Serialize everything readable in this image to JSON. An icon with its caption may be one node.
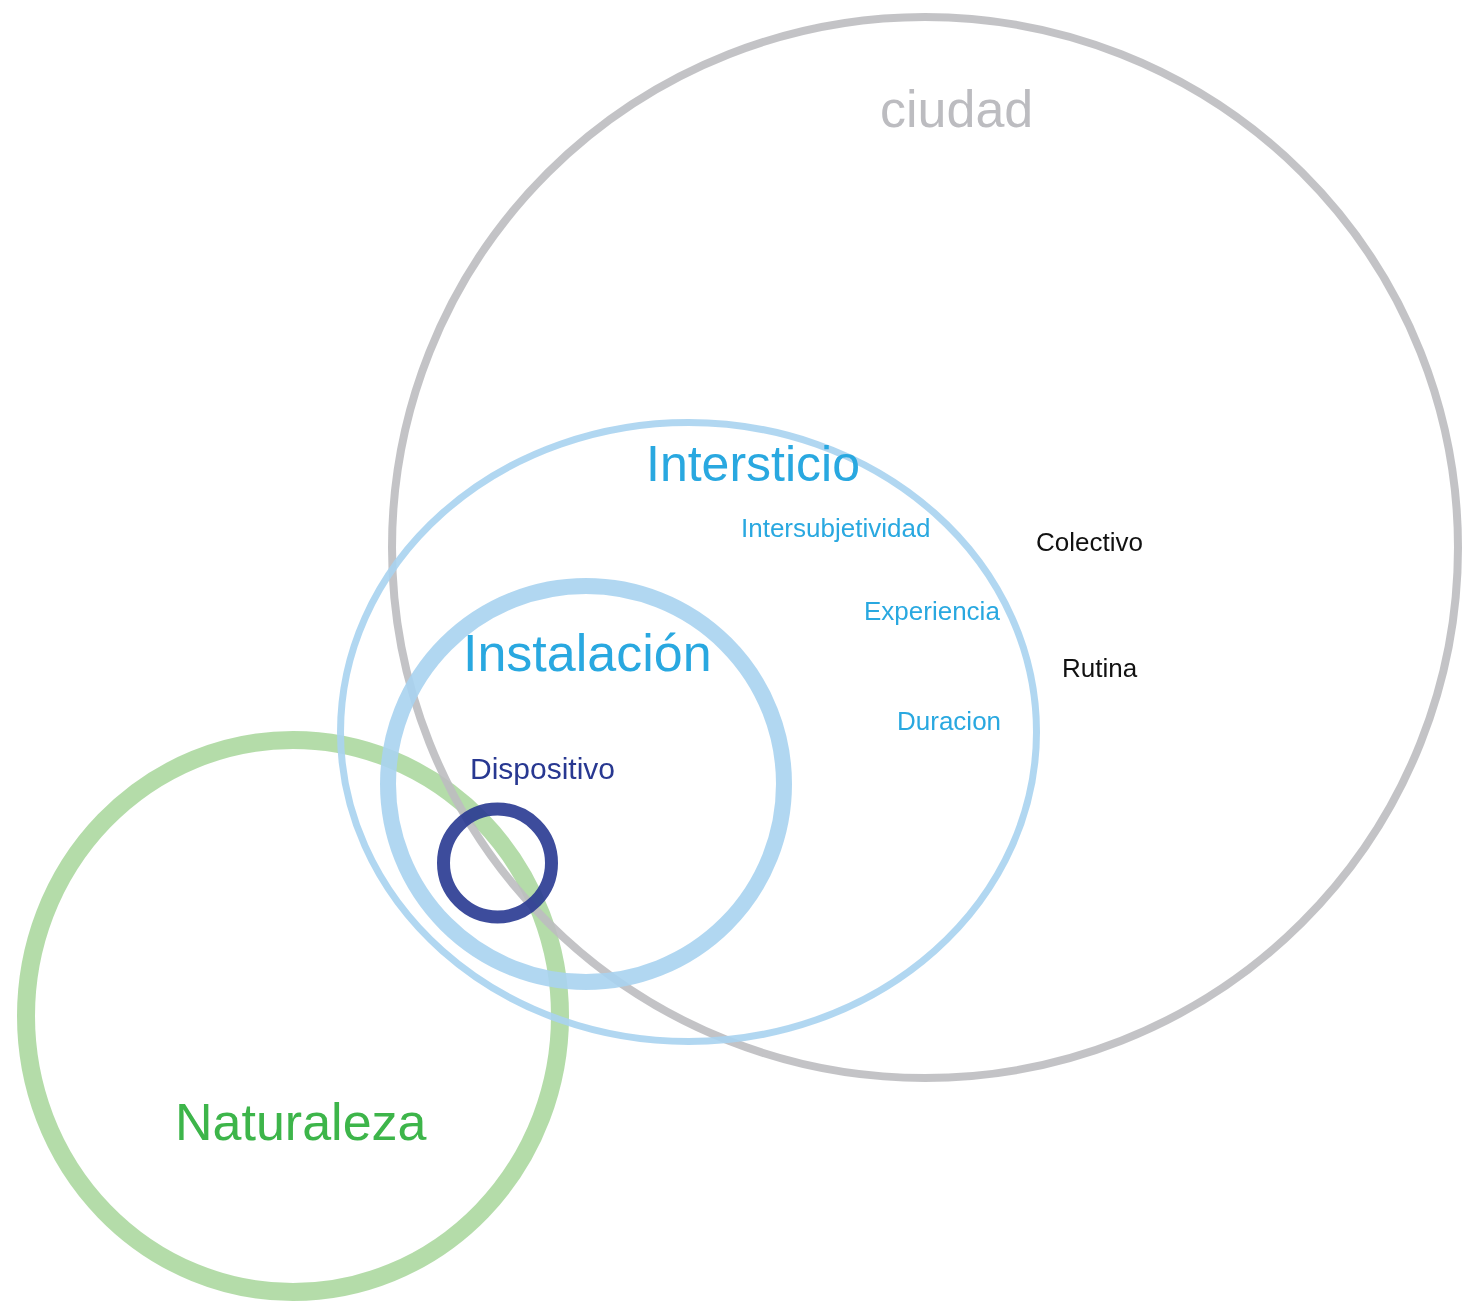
{
  "diagram": {
    "nodes": [
      {
        "text": [
          "ciudad",
          "Colectivo",
          "Rutina"
        ]
      },
      {
        "text": [
          "Intersticio",
          "Intersubjetividad",
          "Experiencia",
          "Duracion"
        ]
      },
      {
        "text": [
          "Instalación"
        ],
        "in": 1
      },
      {
        "text": [],
        "shape": "circle"
      },
      {
        "text": [
          "Naturaleza"
        ]
      }
    ],
    "labels": [
      "Dispositivo"
    ]
  }
}
